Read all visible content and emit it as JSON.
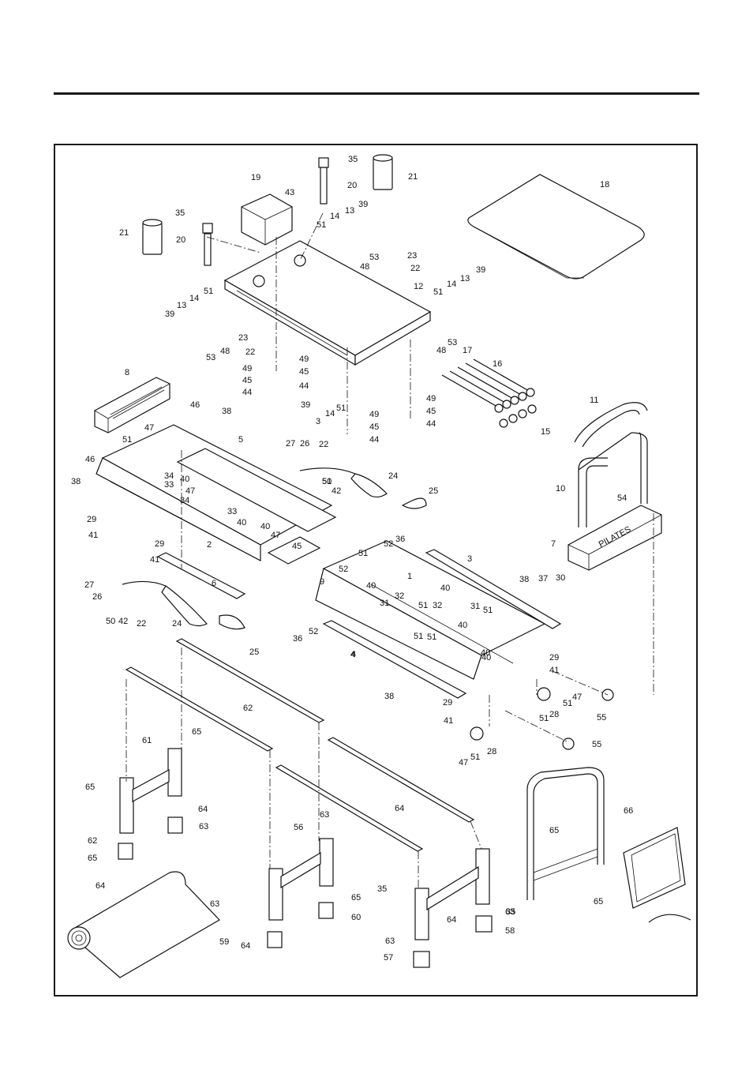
{
  "labels": [
    "35",
    "21",
    "20",
    "19",
    "43",
    "18",
    "35",
    "39",
    "13",
    "14",
    "51",
    "53",
    "48",
    "23",
    "22",
    "21",
    "20",
    "12",
    "39",
    "13",
    "14",
    "51",
    "51",
    "14",
    "13",
    "39",
    "53",
    "48",
    "23",
    "22",
    "17",
    "49",
    "45",
    "44",
    "49",
    "45",
    "44",
    "8",
    "46",
    "38",
    "5",
    "53",
    "48",
    "49",
    "45",
    "44",
    "16",
    "51",
    "14",
    "3",
    "39",
    "11",
    "49",
    "45",
    "44",
    "15",
    "27",
    "26",
    "22",
    "51",
    "47",
    "34",
    "33",
    "40",
    "46",
    "38",
    "51",
    "47",
    "34",
    "40",
    "33",
    "50",
    "42",
    "24",
    "25",
    "10",
    "54",
    "29",
    "41",
    "40",
    "47",
    "2",
    "52",
    "36",
    "3",
    "38",
    "37",
    "30",
    "29",
    "41",
    "45",
    "51",
    "7",
    "6",
    "9",
    "52",
    "40",
    "1",
    "32",
    "4",
    "40",
    "31",
    "51",
    "27",
    "26",
    "50",
    "42",
    "22",
    "24",
    "36",
    "52",
    "31",
    "51",
    "32",
    "4",
    "40",
    "51",
    "40",
    "40",
    "29",
    "41",
    "38",
    "47",
    "51",
    "28",
    "51",
    "55",
    "41",
    "29",
    "25",
    "4",
    "62",
    "65",
    "61",
    "51",
    "47",
    "51",
    "28",
    "55",
    "65",
    "64",
    "63",
    "62",
    "65",
    "64",
    "63",
    "65",
    "60",
    "35",
    "56",
    "66",
    "65",
    "64",
    "63",
    "59",
    "64",
    "63",
    "57",
    "64",
    "63",
    "58",
    "65",
    "35"
  ],
  "logo_text": "PILATES"
}
